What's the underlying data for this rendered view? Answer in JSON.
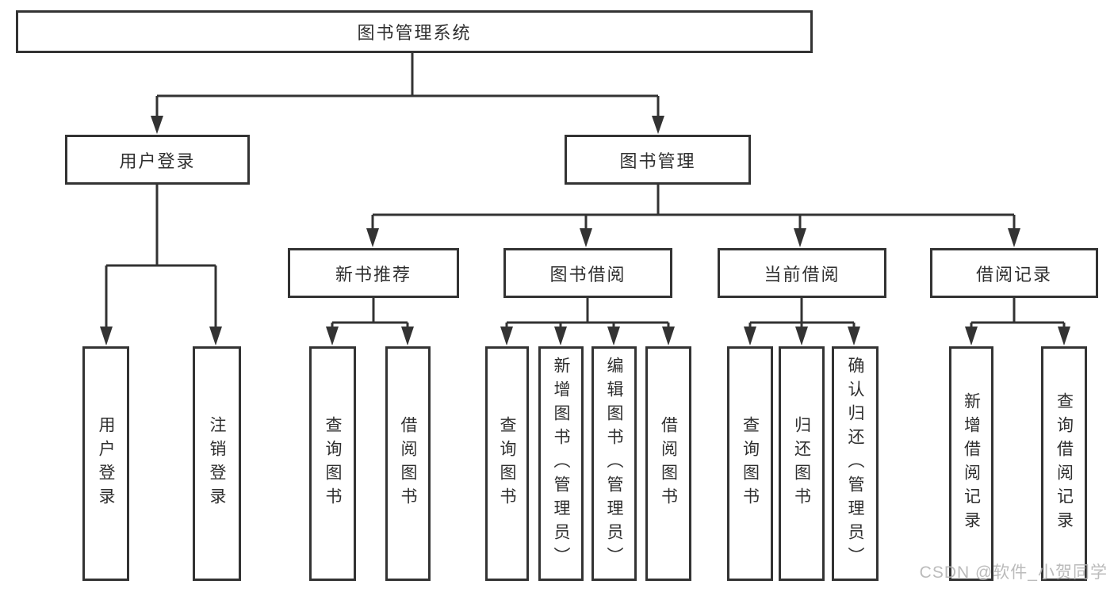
{
  "nodes": {
    "root": "图书管理系统",
    "user_login": "用户登录",
    "book_mgmt": "图书管理",
    "new_book_rec": "新书推荐",
    "book_borrow": "图书借阅",
    "current_borrow": "当前借阅",
    "borrow_records": "借阅记录",
    "login": "用户登录",
    "logout": "注销登录",
    "nbr_query": "查询图书",
    "nbr_borrow": "借阅图书",
    "bb_query": "查询图书",
    "bb_add": "新增图书（管理员）",
    "bb_edit": "编辑图书（管理员）",
    "bb_borrow": "借阅图书",
    "cb_query": "查询图书",
    "cb_return": "归还图书",
    "cb_confirm": "确认归还（管理员）",
    "br_add": "新增借阅记录",
    "br_query": "查询借阅记录"
  },
  "colors": {
    "line": "#333333",
    "text": "#2f2f2f",
    "watermark": "#b4b4b4"
  },
  "watermark": "CSDN @软件_小贺同学"
}
